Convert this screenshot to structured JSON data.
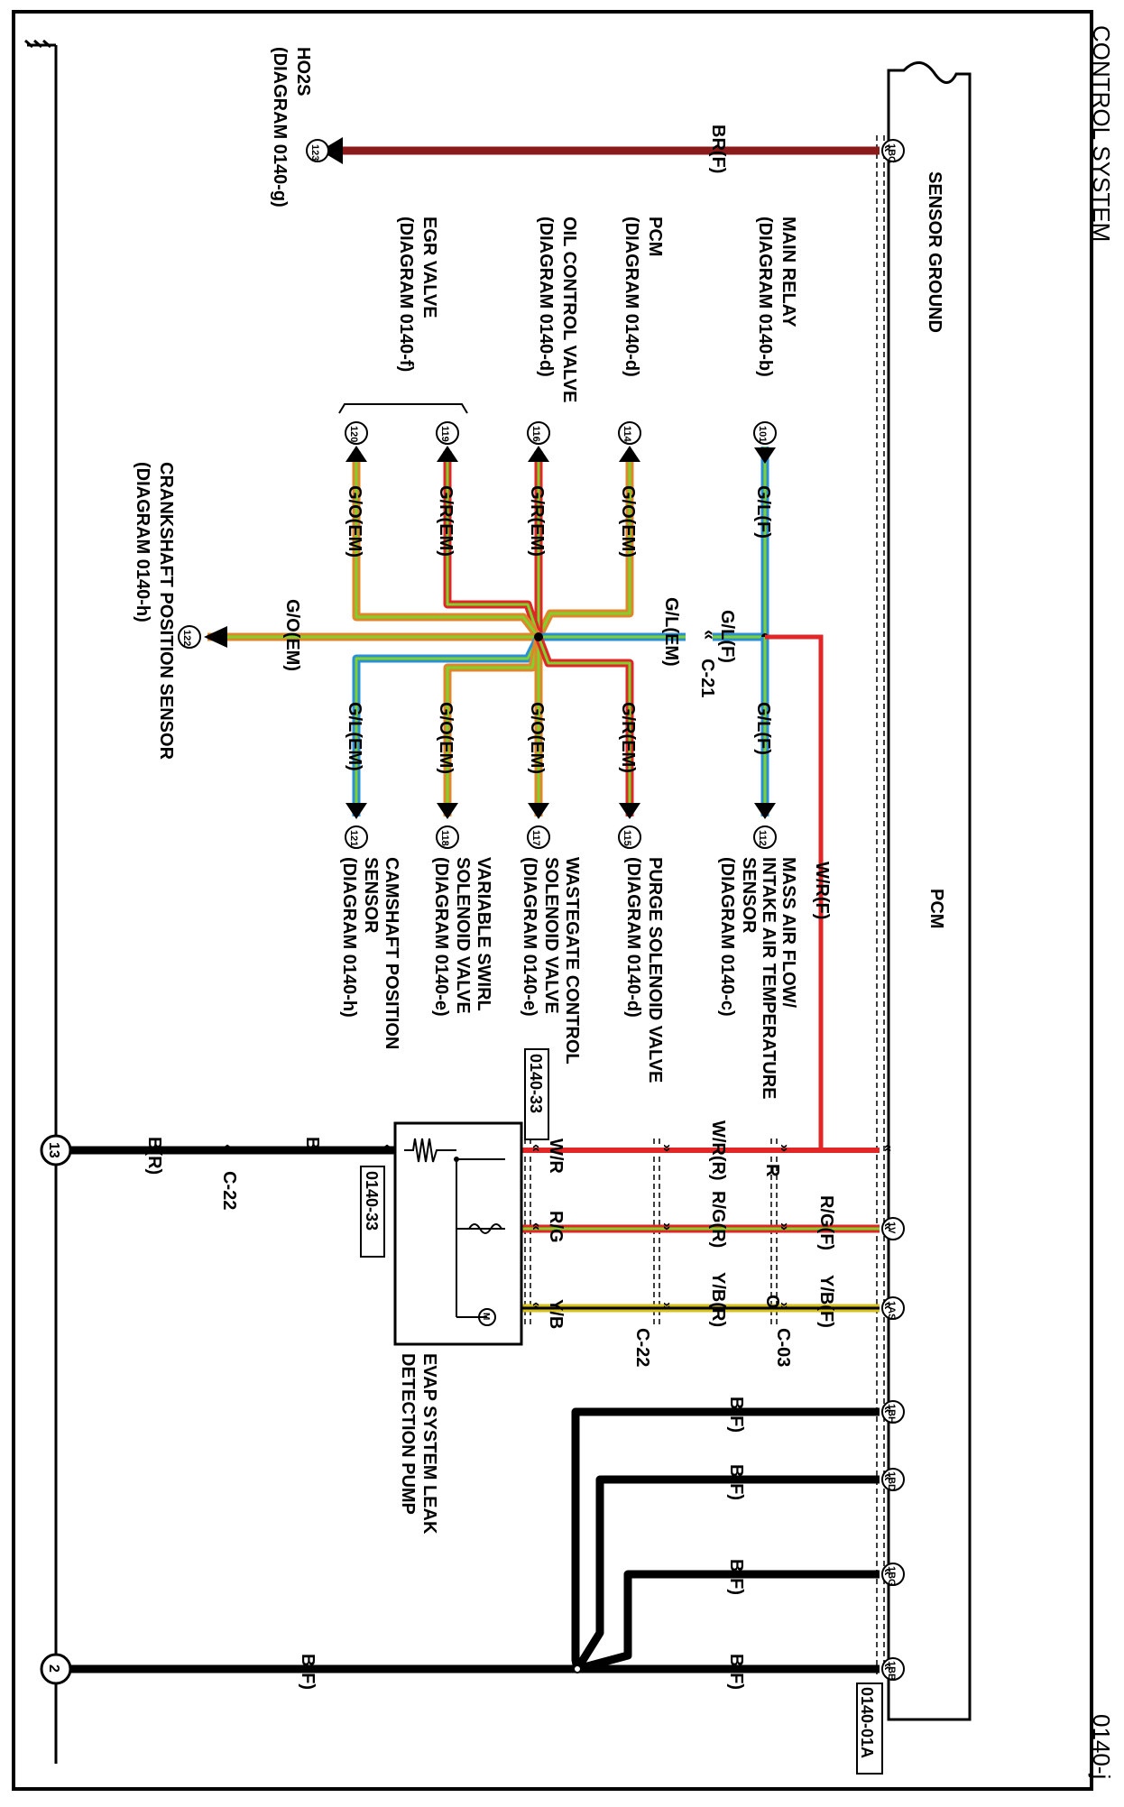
{
  "header": {
    "section_title": "CONTROL SYSTEM",
    "page_code": "0140-j"
  },
  "pcm": {
    "label": "PCM",
    "connector_ref": "0140-01A",
    "pins": {
      "sensor_ground": "1BC",
      "main_relay": "101",
      "pcm": "114",
      "occ": "116",
      "egr1": "119",
      "egr2": "120",
      "crank": "122",
      "cam": "121",
      "swirl": "118",
      "wastegate": "117",
      "purge": "115",
      "maf": "112",
      "ho2s": "123",
      "evap_rg": "1V",
      "evap_yb": "1AS",
      "gnd1": "1BH",
      "gnd2": "1BD",
      "gnd3": "1BG",
      "gnd4": "1BB"
    }
  },
  "left_labels": {
    "sensor_ground": "SENSOR GROUND",
    "ho2s": [
      "HO2S",
      "(DIAGRAM 0140-g)"
    ],
    "main_relay": [
      "MAIN RELAY",
      "(DIAGRAM 0140-b)"
    ],
    "pcm": [
      "PCM",
      "(DIAGRAM 0140-d)"
    ],
    "occ": [
      "OIL CONTROL VALVE",
      "(DIAGRAM 0140-d)"
    ],
    "egr": [
      "EGR VALVE",
      "(DIAGRAM 0140-f)"
    ],
    "crank": [
      "CRANKSHAFT POSITION SENSOR",
      "(DIAGRAM 0140-h)"
    ]
  },
  "right_labels": {
    "maf": [
      "MASS AIR FLOW/",
      "INTAKE AIR TEMPERATURE",
      "SENSOR",
      "(DIAGRAM 0140-c)"
    ],
    "purge": [
      "PURGE SOLENOID VALVE",
      "(DIAGRAM 0140-d)"
    ],
    "wastegate": [
      "WASTEGATE CONTROL",
      "SOLENOID VALVE",
      "(DIAGRAM 0140-e)"
    ],
    "swirl": [
      "VARIABLE SWIRL",
      "SOLENOID VALVE",
      "(DIAGRAM 0140-e)"
    ],
    "cam": [
      "CAMSHAFT POSITION",
      "SENSOR",
      "(DIAGRAM  0140-h)"
    ],
    "evap": [
      "EVAP SYSTEM LEAK",
      "DETECTION PUMP"
    ]
  },
  "wires": {
    "br_f": "BR(F)",
    "gl_f": "G/L(F)",
    "gl_em": "G/L(EM)",
    "go_em": "G/O(EM)",
    "gr_em": "G/R(EM)",
    "wr_f": "W/R(F)",
    "wr": "W/R",
    "wr_r": "W/R(R)",
    "r": "R",
    "rg_f": "R/G(F)",
    "rg": "R/G",
    "rg_r": "R/G(R)",
    "yb_f": "Y/B(F)",
    "yb": "Y/B",
    "yb_r": "Y/B(R)",
    "o": "O",
    "b": "B",
    "b_r": "B(R)",
    "b_f": "B(F)"
  },
  "connectors": {
    "c21": "C-21",
    "c22": "C-22",
    "c03": "C-03"
  },
  "refs": {
    "evap_ref": "0140-33"
  },
  "grounds": {
    "g13": "13",
    "g2": "2"
  }
}
